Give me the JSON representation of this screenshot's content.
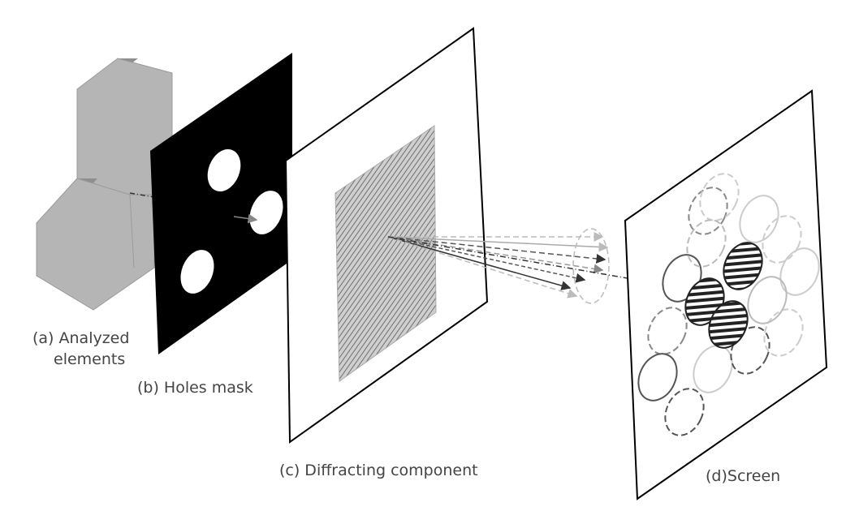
{
  "labels": {
    "analyzed_line1": "(a) Analyzed",
    "analyzed_line2": "elements",
    "holes_mask": "(b) Holes mask",
    "diffracting": "(c) Diffracting component",
    "screen": "(d)Screen"
  },
  "colors": {
    "element_face": "#b5b5b5",
    "element_side": "#8f8f8f",
    "mask": "#000000",
    "grating": "#9a9a9a",
    "text": "#444444"
  }
}
